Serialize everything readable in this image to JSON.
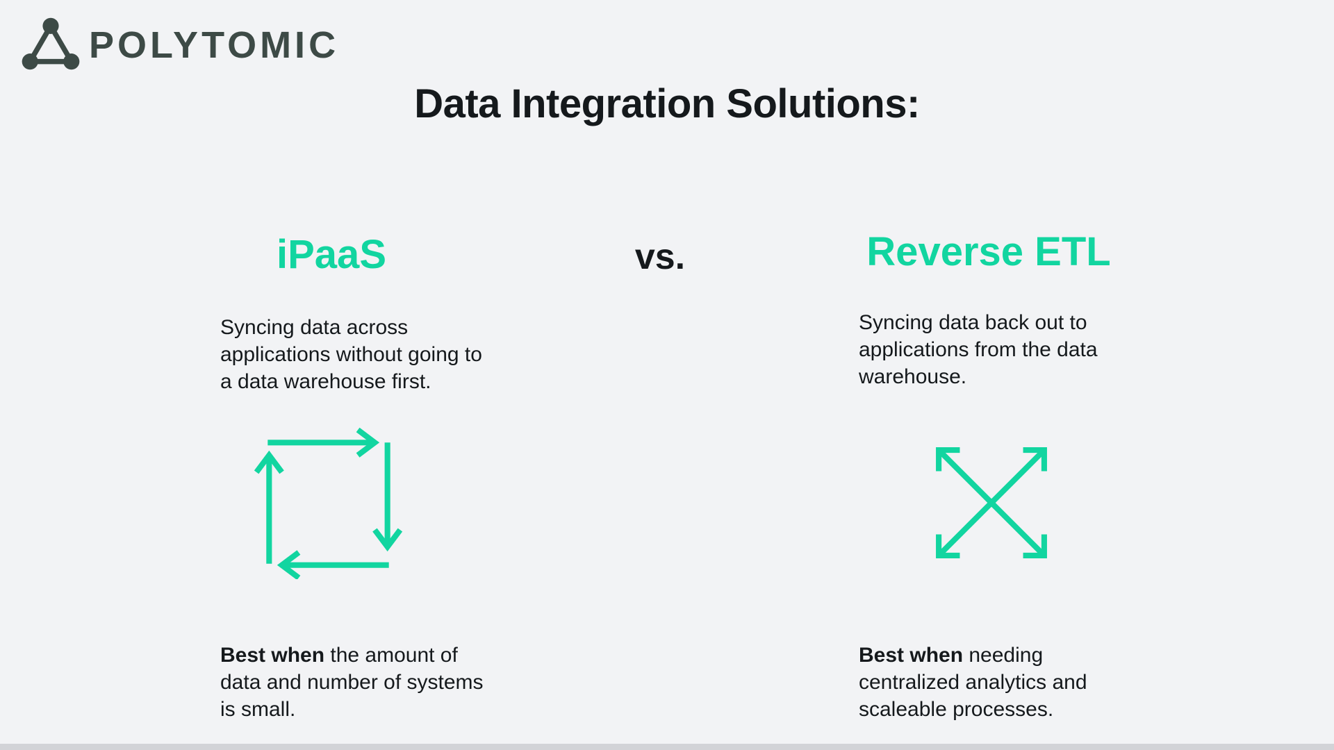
{
  "colors": {
    "bg": "#f2f3f5",
    "accent": "#12d5a0",
    "ink": "#15191c",
    "logo": "#3d4a46",
    "bottom_bar": "#d2d3d7"
  },
  "brand": {
    "name": "POLYTOMIC",
    "logo_icon": "triangle-nodes-icon"
  },
  "title": "Data Integration Solutions:",
  "comparison": {
    "divider_label": "vs.",
    "left": {
      "heading": "iPaaS",
      "description": "Syncing data across\napplications without going to\na data warehouse first.",
      "icon": "cycle-arrows-icon",
      "best_when": {
        "bold": "Best when",
        "rest": " the amount of\ndata and number of systems\nis small."
      }
    },
    "right": {
      "heading": "Reverse ETL",
      "description": "Syncing data back out to\napplications from the data\nwarehouse.",
      "icon": "crossed-arrows-icon",
      "best_when": {
        "bold": "Best when",
        "rest": " needing\ncentralized analytics and\nscaleable processes."
      }
    }
  }
}
